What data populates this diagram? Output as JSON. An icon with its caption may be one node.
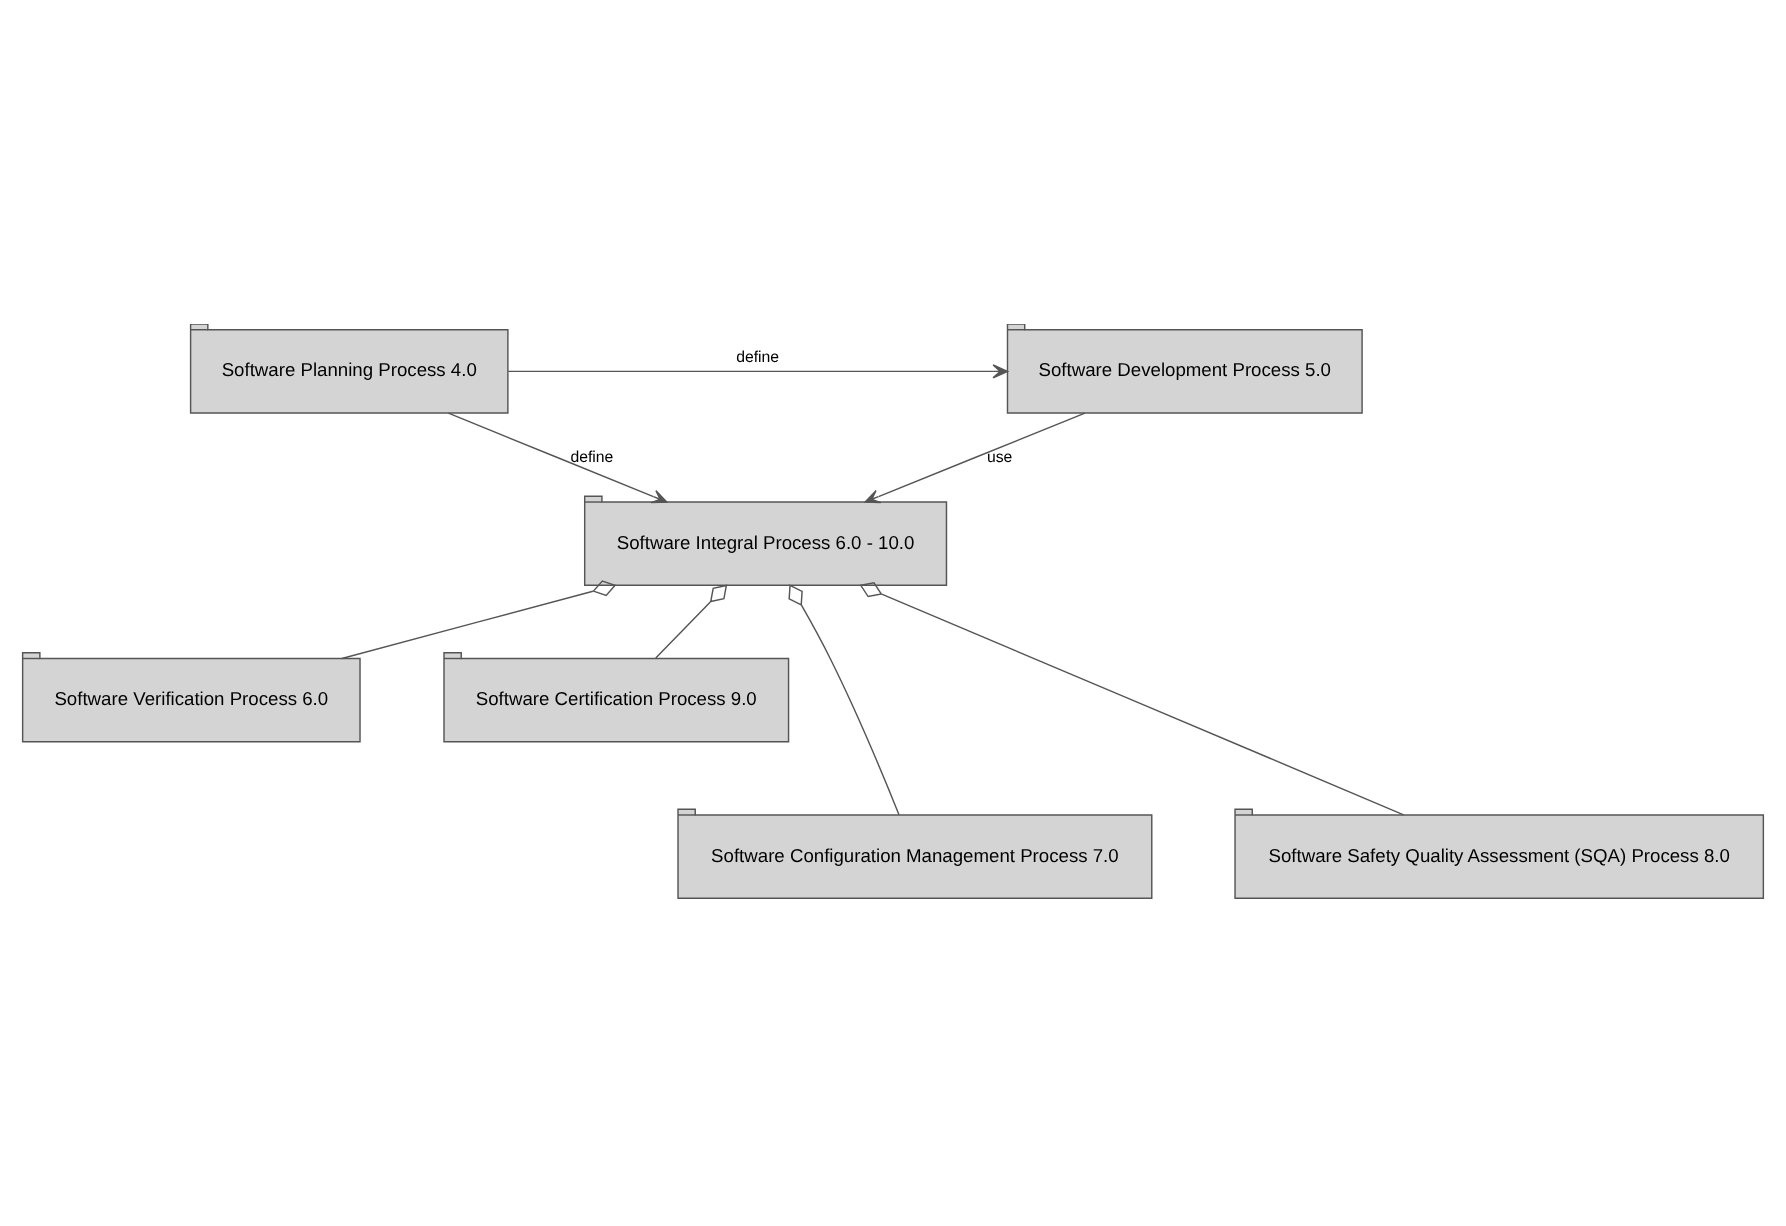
{
  "diagram": {
    "nodes": [
      {
        "text": [
          "Software Planning Process 4.0"
        ]
      },
      {
        "text": [
          "Software Development Process 5.0"
        ]
      },
      {
        "text": [
          "Software Integral Process 6.0 - 10.0"
        ]
      },
      {
        "text": [
          "Software Verification Process 6.0"
        ]
      },
      {
        "text": [
          "Software Certification Process 9.0"
        ]
      },
      {
        "text": [
          "Software Configuration Management Process 7.0"
        ]
      },
      {
        "text": [
          "Software Safety Quality Assessment (SQA) Process 8.0"
        ]
      }
    ],
    "edges": [
      {
        "from": 0,
        "to": 1,
        "arrow": "to",
        "label": "define"
      },
      {
        "from": 0,
        "to": 2,
        "arrow": "to",
        "label": "define"
      },
      {
        "from": 1,
        "to": 2,
        "arrow": "to",
        "label": "use"
      },
      {
        "from": 2,
        "to": 3,
        "arrow": "other"
      },
      {
        "from": 2,
        "to": 4,
        "arrow": "other"
      },
      {
        "from": 2,
        "to": 5,
        "arrow": "other"
      },
      {
        "from": 2,
        "to": 6,
        "arrow": "other"
      }
    ]
  }
}
